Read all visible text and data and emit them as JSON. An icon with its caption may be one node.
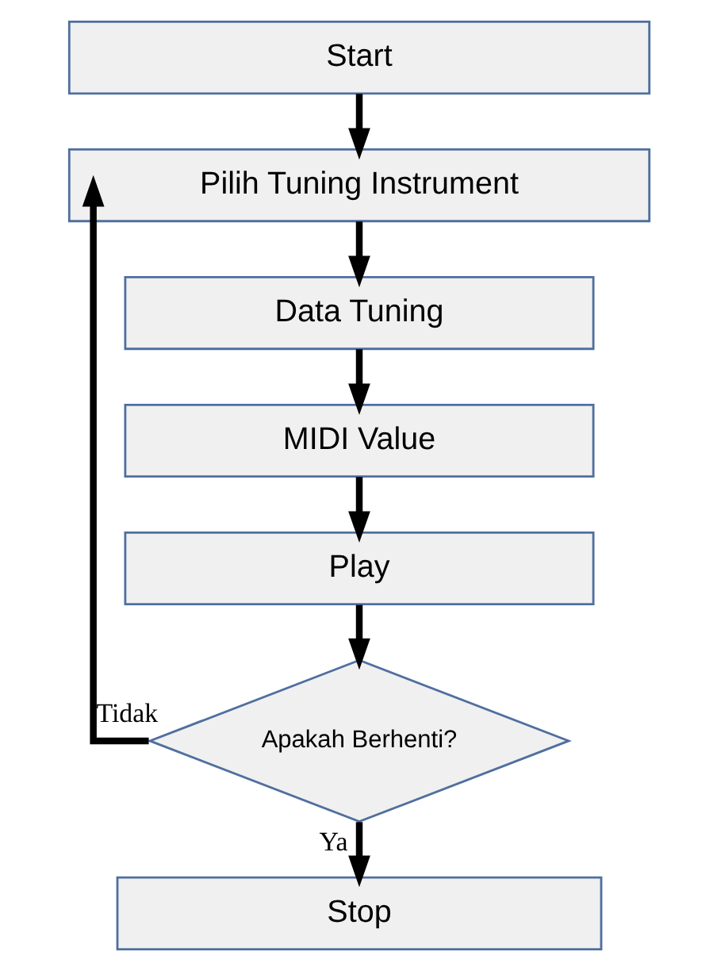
{
  "diagram": {
    "nodes": [
      {
        "text": [
          "Start"
        ]
      },
      {
        "text": [
          "Pilih Tuning Instrument"
        ]
      },
      {
        "text": [
          "Data Tuning"
        ]
      },
      {
        "text": [
          "MIDI Value"
        ]
      },
      {
        "text": [
          "Play"
        ]
      },
      {
        "text": [
          "Apakah Berhenti?"
        ]
      },
      {
        "text": [
          "Stop"
        ]
      }
    ],
    "edges": [
      {
        "from": 0,
        "to": 1,
        "arrow": "to"
      },
      {
        "from": 1,
        "to": 2,
        "arrow": "to"
      },
      {
        "from": 2,
        "to": 3,
        "arrow": "to"
      },
      {
        "from": 3,
        "to": 4,
        "arrow": "to"
      },
      {
        "from": 4,
        "to": 5,
        "arrow": "to"
      },
      {
        "from": 5,
        "to": 1,
        "arrow": "to",
        "label": "Tidak"
      },
      {
        "from": 5,
        "to": 6,
        "arrow": "to",
        "label": "Ya"
      }
    ]
  }
}
